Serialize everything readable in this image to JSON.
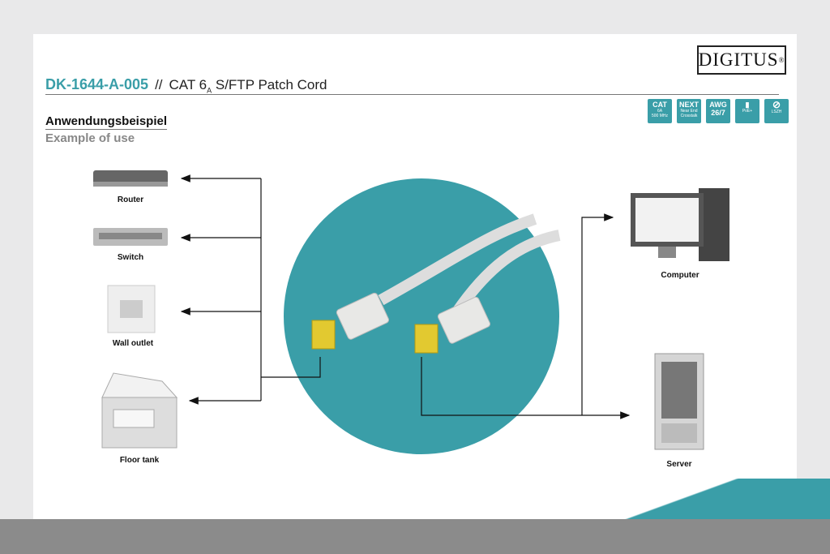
{
  "header": {
    "product_code": "DK-1644-A-005",
    "separator": "//",
    "product_name_pre": "CAT 6",
    "product_name_sub": "A",
    "product_name_post": " S/FTP Patch Cord"
  },
  "brand": {
    "logo": "DIGITUS",
    "reg": "®"
  },
  "section": {
    "title_de": "Anwendungsbeispiel",
    "title_en": "Example of use"
  },
  "badges": [
    {
      "top": "CAT",
      "mid": "6A",
      "bottom": "500 MHz"
    },
    {
      "top": "NEXT",
      "mid": "",
      "bottom": "Near End Crosstalk"
    },
    {
      "top": "AWG",
      "mid": "26/7",
      "bottom": ""
    },
    {
      "top": "",
      "mid": "",
      "bottom": "PoE+"
    },
    {
      "top": "",
      "mid": "",
      "bottom": "LSZH"
    }
  ],
  "devices": {
    "router": "Router",
    "switch": "Switch",
    "wall_outlet": "Wall outlet",
    "floor_tank": "Floor tank",
    "computer": "Computer",
    "server": "Server"
  },
  "colors": {
    "accent": "#3a9ea8"
  }
}
